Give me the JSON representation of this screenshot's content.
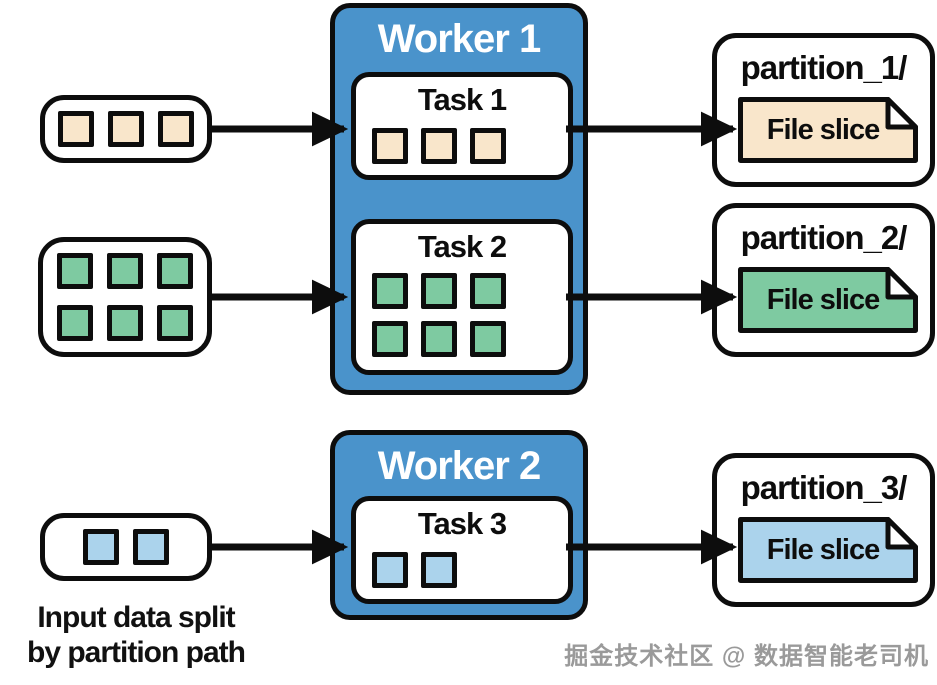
{
  "colors": {
    "worker_blue": "#4a93cb",
    "outline": "#0d0d0d",
    "tan": "#f9e6cb",
    "green": "#7ecaa1",
    "light_blue": "#abd3ec",
    "arrow": "#0d0d0d",
    "watermark_gray": "#9a9a9a"
  },
  "inputs": [
    {
      "name": "input-batch-1",
      "squares": {
        "count": 3,
        "color": "tan"
      }
    },
    {
      "name": "input-batch-2",
      "squares": {
        "count": 6,
        "color": "green"
      }
    },
    {
      "name": "input-batch-3",
      "squares": {
        "count": 2,
        "color": "light_blue"
      }
    }
  ],
  "workers": [
    {
      "label": "Worker 1",
      "tasks": [
        {
          "label": "Task 1",
          "squares": {
            "count": 3,
            "color": "tan"
          }
        },
        {
          "label": "Task 2",
          "squares": {
            "count": 6,
            "color": "green"
          }
        }
      ]
    },
    {
      "label": "Worker 2",
      "tasks": [
        {
          "label": "Task 3",
          "squares": {
            "count": 2,
            "color": "light_blue"
          }
        }
      ]
    }
  ],
  "partitions": [
    {
      "label": "partition_1/",
      "file_label": "File slice",
      "color": "#f9e6cb"
    },
    {
      "label": "partition_2/",
      "file_label": "File slice",
      "color": "#7ecaa1"
    },
    {
      "label": "partition_3/",
      "file_label": "File slice",
      "color": "#abd3ec"
    }
  ],
  "caption": {
    "line1": "Input data split",
    "line2": "by partition path"
  },
  "watermark": {
    "text": "掘金技术社区 @ 数据智能老司机"
  }
}
